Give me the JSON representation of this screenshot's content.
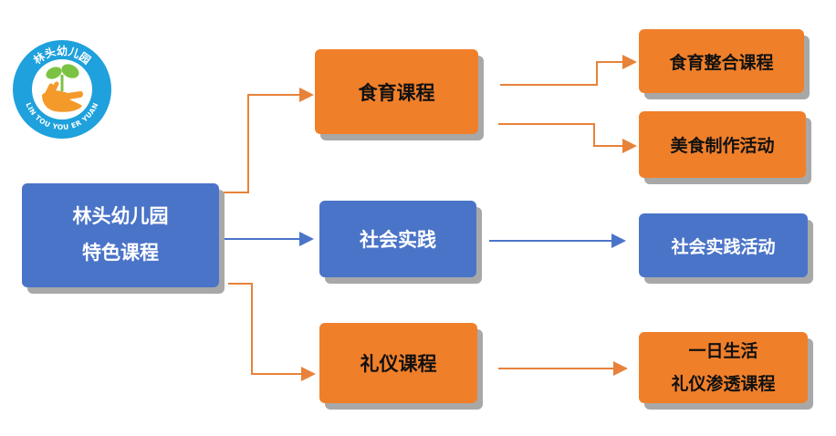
{
  "logo": {
    "top_text": "林头幼儿园",
    "bottom_text": "LIN TOU YOU ER YUAN",
    "colors": {
      "ring": "#1ea1dc",
      "leaf": "#7cc242",
      "hand": "#f39a2b"
    }
  },
  "root": {
    "line1": "林头幼儿园",
    "line2": "特色课程"
  },
  "branches": {
    "food": "食育课程",
    "social": "社会实践",
    "etiquette": "礼仪课程"
  },
  "leaves": {
    "food_integrated": "食育整合课程",
    "food_making": "美食制作活动",
    "social_activity": "社会实践活动",
    "etiquette_line1": "一日生活",
    "etiquette_line2": "礼仪渗透课程"
  },
  "colors": {
    "orange": "#f07f2a",
    "blue": "#4a74c8",
    "shadow": "#a8a8a8",
    "orange_line": "#e8823a",
    "blue_line": "#4a74c8"
  }
}
